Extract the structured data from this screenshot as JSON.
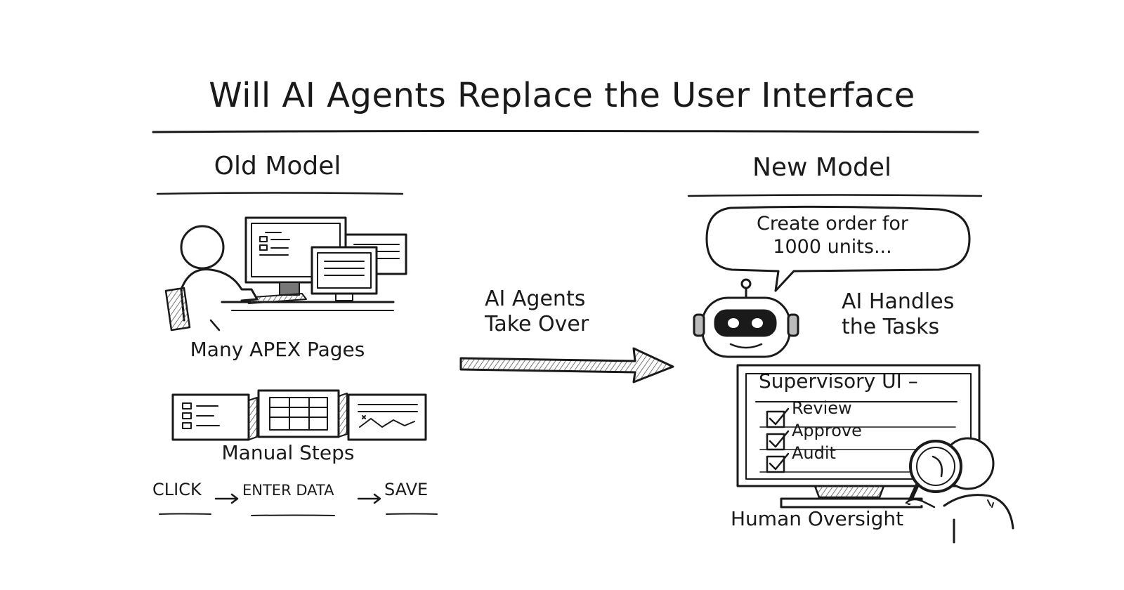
{
  "title": "Will AI Agents Replace the User Interface",
  "old_model": {
    "heading": "Old Model",
    "pages_label": "Many APEX Pages",
    "steps_label": "Manual Steps",
    "flow": [
      "CLICK",
      "ENTER DATA",
      "SAVE"
    ]
  },
  "transition": {
    "label_line1": "AI Agents",
    "label_line2": "Take Over"
  },
  "new_model": {
    "heading": "New Model",
    "speech_line1": "Create order for",
    "speech_line2": "1000 units...",
    "handles_line1": "AI Handles",
    "handles_line2": "the Tasks",
    "supervisory_title": "Supervisory UI",
    "checklist": [
      "Review",
      "Approve",
      "Audit"
    ],
    "oversight_label": "Human Oversight"
  },
  "colors": {
    "ink": "#1a1a1a",
    "paper": "#ffffff",
    "shade": "#9a9a9a"
  },
  "icons": [
    "person-at-computer-icon",
    "monitor-icon",
    "robot-icon",
    "speech-bubble-icon",
    "magnifier-icon",
    "checkbox-checked-icon",
    "arrow-right-icon"
  ]
}
